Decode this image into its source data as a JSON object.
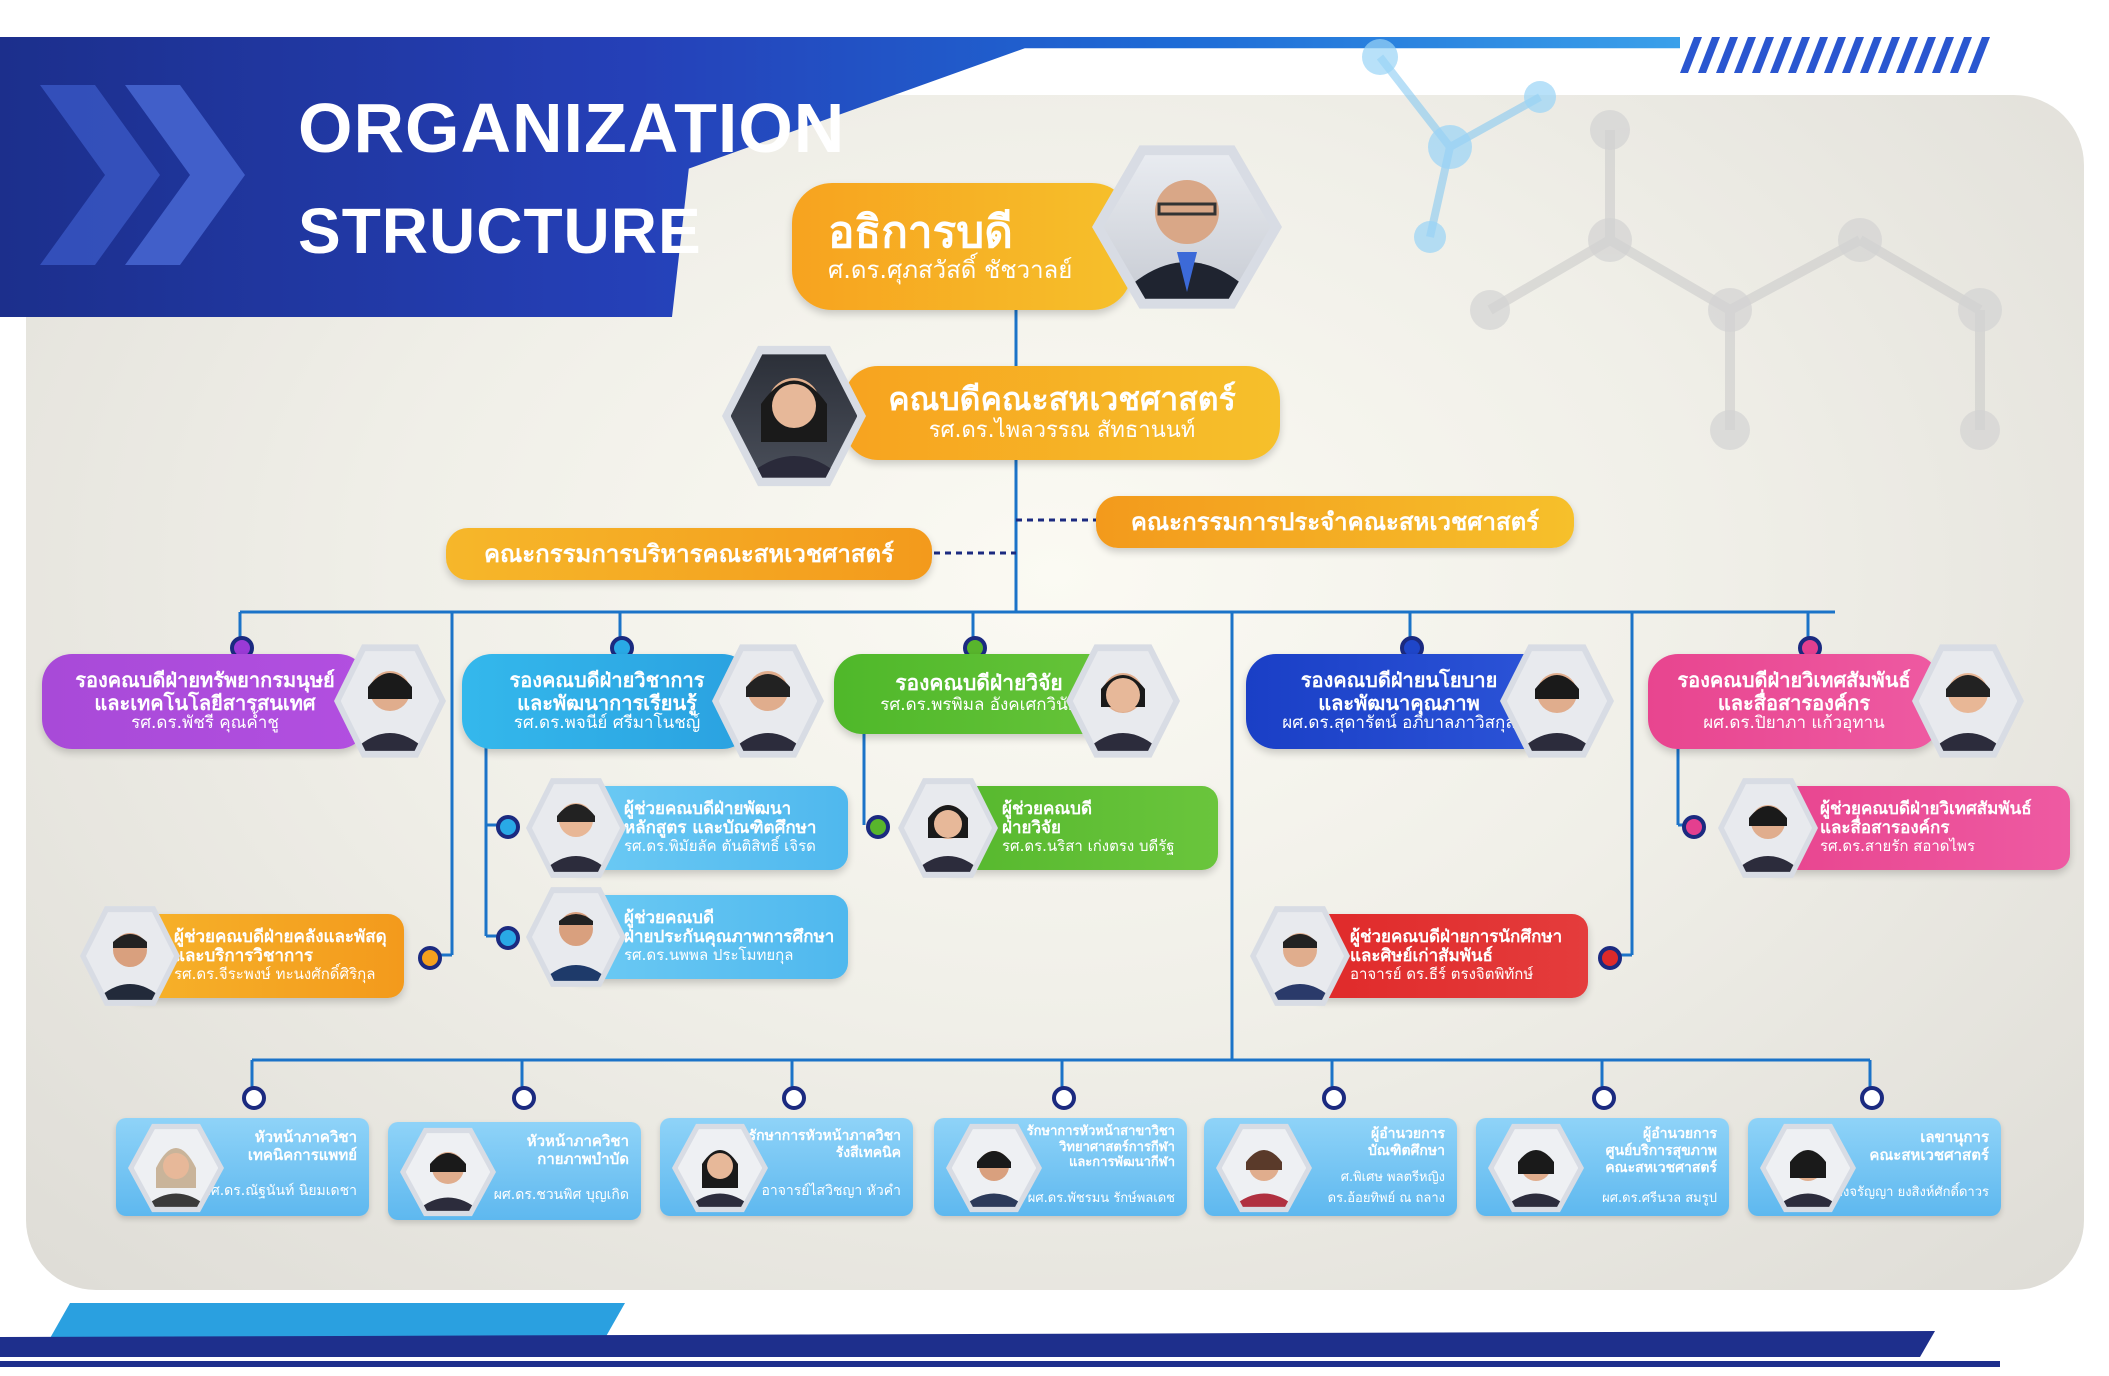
{
  "header": {
    "title_line1": "ORGANIZATION",
    "title_line2": "STRUCTURE"
  },
  "colors": {
    "navy": "#1b2a80",
    "orange": "#f4a01d",
    "purple": "#9a3ad6",
    "cyan": "#29a9e6",
    "green": "#58b52c",
    "blue": "#1f46c9",
    "pink": "#e43f8f",
    "red": "#df2a2a",
    "light_blue": "#5eb8ef"
  },
  "president": {
    "title": "อธิการบดี",
    "name": "ศ.ดร.ศุภสวัสดิ์ ชัชวาลย์"
  },
  "dean": {
    "title": "คณบดีคณะสหเวชศาสตร์",
    "name": "รศ.ดร.ไพลวรรณ สัทธานนท์"
  },
  "committees": {
    "faculty_committee": "คณะกรรมการประจำคณะสหเวชศาสตร์",
    "admin_committee": "คณะกรรมการบริหารคณะสหเวชศาสตร์"
  },
  "vice_deans": [
    {
      "title": "รองคณบดีฝ่ายทรัพยากรมนุษย์\nและเทคโนโลยีสารสนเทศ",
      "name": "รศ.ดร.พัชรี คุณค้ำชู"
    },
    {
      "title": "รองคณบดีฝ่ายวิชาการ\nและพัฒนาการเรียนรู้",
      "name": "รศ.ดร.พจนีย์ ศรีมาโนชญ์"
    },
    {
      "title": "รองคณบดีฝ่ายวิจัย",
      "name": "รศ.ดร.พรพิมล อังคเศกวินัย"
    },
    {
      "title": "รองคณบดีฝ่ายนโยบาย\nและพัฒนาคุณภาพ",
      "name": "ผศ.ดร.สุดารัตน์ อภิบาลภาวิสกุล"
    },
    {
      "title": "รองคณบดีฝ่ายวิเทศสัมพันธ์\nและสื่อสารองค์กร",
      "name": "ผศ.ดร.ปิยาภา แก้วอุทาน"
    }
  ],
  "assistants": [
    {
      "title": "ผู้ช่วยคณบดีฝ่ายพัฒนา\nหลักสูตร และบัณฑิตศึกษา",
      "name": "รศ.ดร.พิมัยลัค ตันติสิทธิ์ เจิรด"
    },
    {
      "title": "ผู้ช่วยคณบดี\nฝ่ายประกันคุณภาพการศึกษา",
      "name": "รศ.ดร.นพพล ประโมทยกุล"
    },
    {
      "title": "ผู้ช่วยคณบดี\nฝ่ายวิจัย",
      "name": "รศ.ดร.นริสา เก่งตรง บดีรัฐ"
    },
    {
      "title": "ผู้ช่วยคณบดีฝ่ายวิเทศสัมพันธ์\nและสื่อสารองค์กร",
      "name": "รศ.ดร.สายรัก สอาดไพร"
    },
    {
      "title": "ผู้ช่วยคณบดีฝ่ายคลังและพัสดุ\nและบริการวิชาการ",
      "name": "รศ.ดร.จีระพงษ์ ทะนงศักดิ์ศิริกุล"
    },
    {
      "title": "ผู้ช่วยคณบดีฝ่ายการนักศึกษา\nและศิษย์เก่าสัมพันธ์",
      "name": "อาจารย์ ดร.ธีร์ ตรงจิตพิทักษ์"
    }
  ],
  "units": [
    {
      "title": "หัวหน้าภาควิชา\nเทคนิคการแพทย์",
      "name": "ผศ.ดร.ณัฐนันท์ นิยมเดชา"
    },
    {
      "title": "หัวหน้าภาควิชา\nกายภาพบำบัด",
      "name": "ผศ.ดร.ชวนพิศ บุญเกิด"
    },
    {
      "title": "รักษาการหัวหน้าภาควิชา\nรังสีเทคนิค",
      "name": "อาจารย์ไสวิชญา หัวคำ"
    },
    {
      "title": "รักษาการหัวหน้าสาขาวิชา\nวิทยาศาสตร์การกีฬา\nและการพัฒนากีฬา",
      "name": "ผศ.ดร.พัชรมน รักษ์พลเดช"
    },
    {
      "title": "ผู้อำนวยการ\nบัณฑิตศึกษา",
      "name": "ศ.พิเศษ พลตรีหญิง\nดร.อ้อยทิพย์ ณ ถลาง"
    },
    {
      "title": "ผู้อำนวยการ\nศูนย์บริการสุขภาพ\nคณะสหเวชศาสตร์",
      "name": "ผศ.ดร.ศรีนวล สมรูป"
    },
    {
      "title": "เลขานุการ\nคณะสหเวชศาสตร์",
      "name": "นางจรัญญา ยงสิงห์ศักดิ์ดาวร"
    }
  ]
}
